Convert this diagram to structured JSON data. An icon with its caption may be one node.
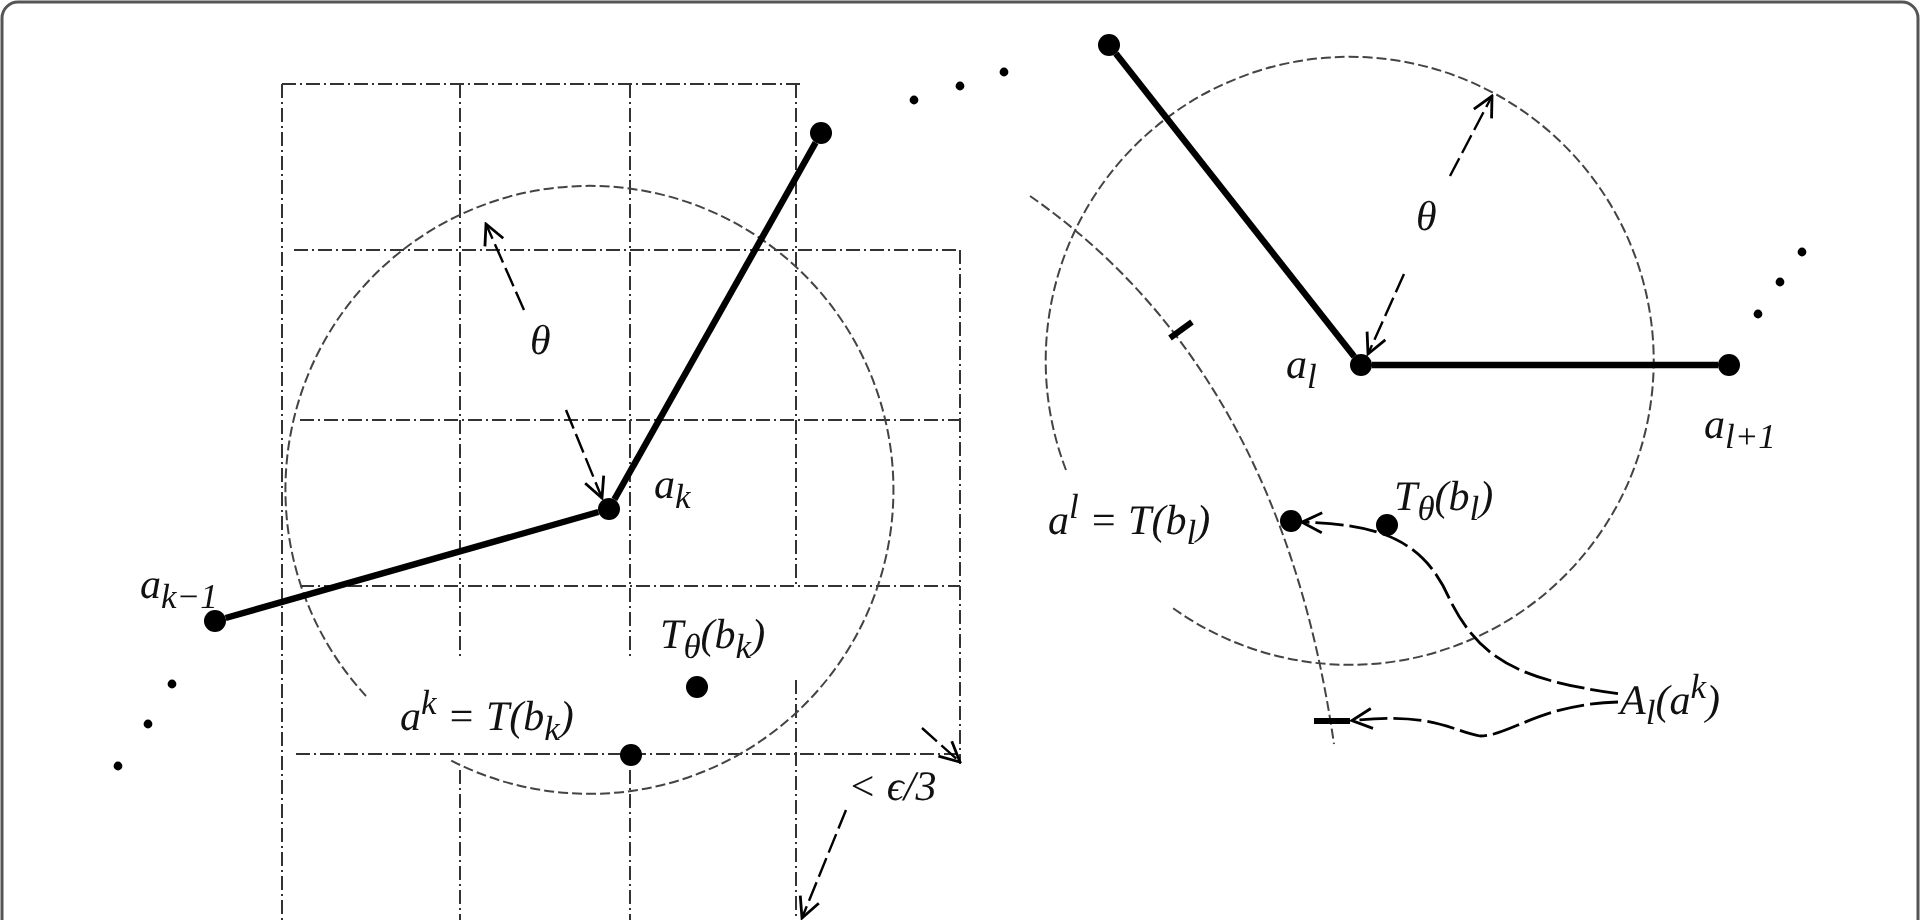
{
  "diagram": {
    "nodes": [
      {
        "text": [],
        "shape": "circle",
        "beside": [
          "a$_{k−1}$"
        ]
      },
      {
        "text": [],
        "shape": "circle",
        "beside": [
          "a$_{k}$"
        ]
      },
      {
        "text": [],
        "shape": "circle"
      },
      {
        "text": [],
        "shape": "circle"
      },
      {
        "text": [],
        "shape": "circle",
        "beside": [
          "a$_{l}$"
        ]
      },
      {
        "text": [],
        "shape": "circle",
        "beside": [
          "a$_{l+1}$"
        ]
      },
      {
        "text": [],
        "shape": "circle",
        "beside": [
          "T$_{θ}$(b$_{k}$)"
        ]
      },
      {
        "text": [],
        "shape": "circle",
        "beside": [
          "a$^{k}$ = T(b$_{k}$)"
        ]
      },
      {
        "text": [],
        "shape": "circle",
        "beside": [
          "T$_{θ}$(b$_{l}$)"
        ]
      },
      {
        "text": [],
        "shape": "circle",
        "beside": [
          "a$^{l}$ = T(b$_{l}$)"
        ]
      },
      {
        "text": [
          "A$_{l}$(a$^{k}$)"
        ]
      },
      {
        "text": [],
        "shape": "bar"
      }
    ],
    "edges": [
      {
        "from": 0,
        "to": 1,
        "arrow": "none"
      },
      {
        "from": 1,
        "to": 2,
        "arrow": "none"
      },
      {
        "from": 3,
        "to": 4,
        "arrow": "none"
      },
      {
        "from": 4,
        "to": 5,
        "arrow": "none"
      },
      {
        "from": 10,
        "to": 9,
        "arrow": "to",
        "style": "dashed"
      },
      {
        "from": 10,
        "to": 11,
        "arrow": "to",
        "style": "dashed"
      }
    ],
    "labels": [
      "θ",
      "θ",
      "< ϵ/3"
    ]
  }
}
